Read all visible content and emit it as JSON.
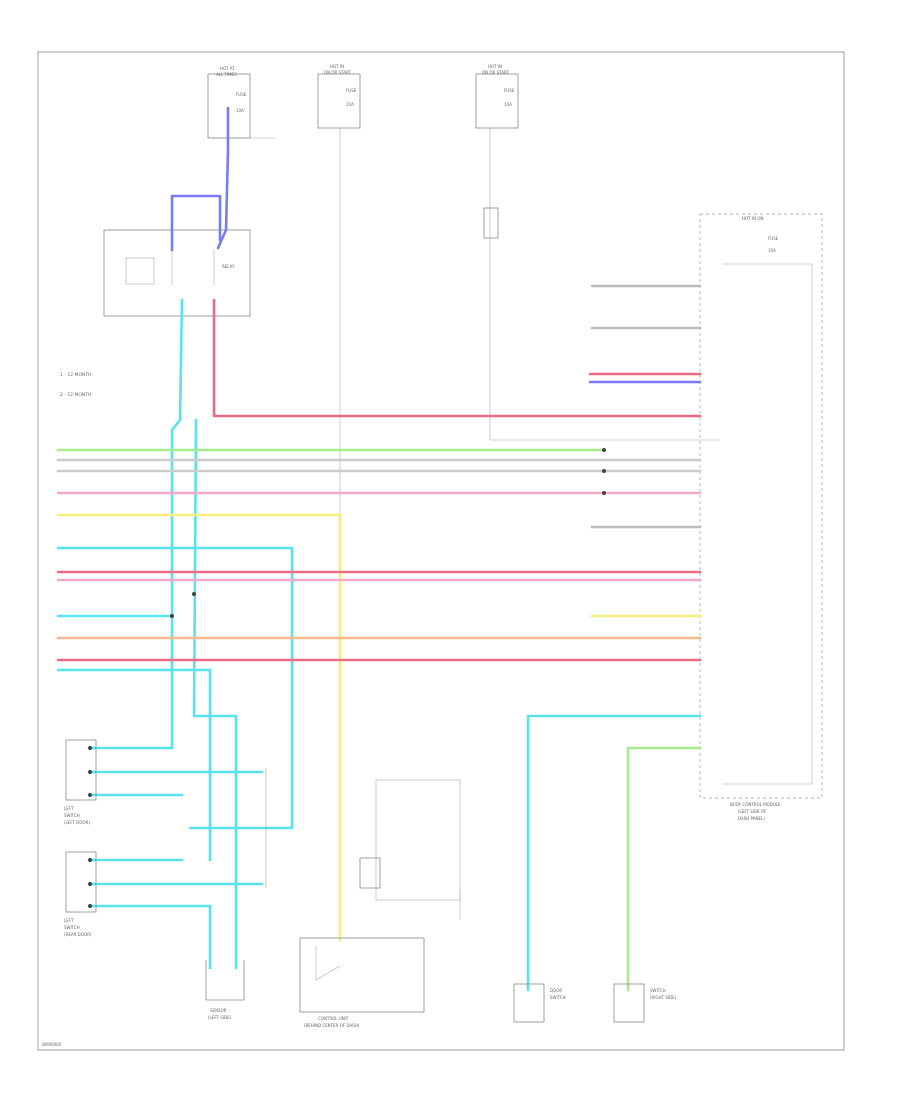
{
  "labels": {
    "fuse_a": [
      "HOT AT",
      "ALL TIMES",
      "FUSE",
      "10A"
    ],
    "fuse_b": [
      "HOT IN",
      "ON OR START",
      "FUSE",
      "10A"
    ],
    "fuse_c": [
      "HOT IN",
      "ON OR START",
      "FUSE",
      "10A"
    ],
    "relay": "RELAY",
    "cm_box": [
      "HOT IN ON",
      "FUSE",
      "10A"
    ],
    "cm_caption": [
      "BODY CONTROL MODULE",
      "(LEFT SIDE OF",
      "DASH PANEL)"
    ],
    "legend_1": "1 - 12 MONTH",
    "legend_2": "2 - 12 MONTH",
    "switch_left_1": [
      "LEFT",
      "SWITCH",
      "(LEFT DOOR)"
    ],
    "switch_left_2": [
      "LEFT",
      "SWITCH",
      "(REAR DOOR)"
    ],
    "bottom_sensor_1": [
      "SENSOR",
      "(LEFT SIDE)"
    ],
    "bottom_center": [
      "CONTROL UNIT",
      "(BEHIND CENTER OF DASH)"
    ],
    "bottom_right_1": [
      "DOOR",
      "SWITCH"
    ],
    "bottom_right_2": [
      "SWITCH",
      "(RIGHT SIDE)"
    ],
    "fig_code": "W000000"
  },
  "colors": {
    "blue": "#7b7bf5",
    "lightblue": "#58e3ef",
    "red": "#ef6a84",
    "pink": "#f2a9c9",
    "green": "#a6ec8c",
    "yellow": "#f2ef7a",
    "orange": "#f5b98d",
    "gray": "#bbbbbb"
  }
}
